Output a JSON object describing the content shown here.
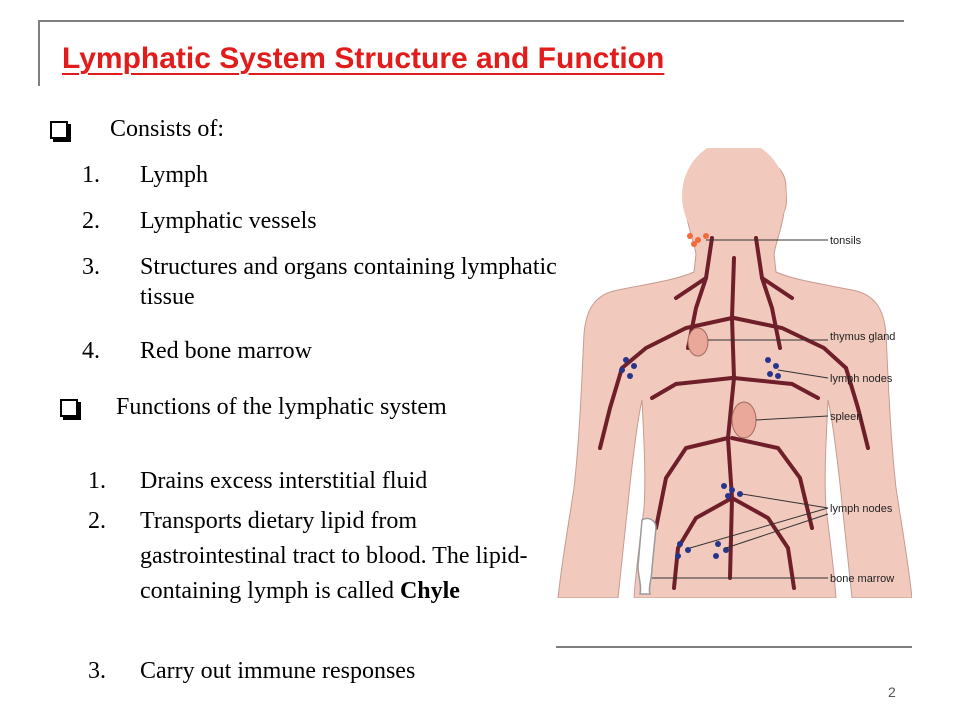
{
  "slide": {
    "title": "Lymphatic System Structure and Function",
    "page_number": "2"
  },
  "consists": {
    "heading": "Consists of:",
    "items": [
      {
        "num": "1.",
        "text": "Lymph"
      },
      {
        "num": "2.",
        "text": "Lymphatic vessels"
      },
      {
        "num": "3.",
        "text": "Structures and organs containing lymphatic tissue"
      },
      {
        "num": "4.",
        "text": "Red bone marrow"
      }
    ]
  },
  "functions": {
    "heading": "Functions of the lymphatic system",
    "items": [
      {
        "num": "1.",
        "text": "Drains excess interstitial fluid"
      },
      {
        "num": "2.",
        "text": "Transports dietary lipid from gastrointestinal tract to blood. The lipid-containing lymph is called",
        "bold_term": "Chyle"
      },
      {
        "num": "3.",
        "text": "Carry out immune responses"
      }
    ]
  },
  "figure": {
    "labels": {
      "tonsils": "tonsils",
      "thymus": "thymus gland",
      "lymph_nodes_upper": "lymph nodes",
      "spleen": "spleen",
      "lymph_nodes_lower": "lymph nodes",
      "bone_marrow": "bone marrow"
    },
    "colors": {
      "skin": "#f1c9bd",
      "vessel": "#6e1f2a",
      "node": "#27348b",
      "tonsil": "#f26b3a",
      "organ": "#e9a89a"
    }
  }
}
